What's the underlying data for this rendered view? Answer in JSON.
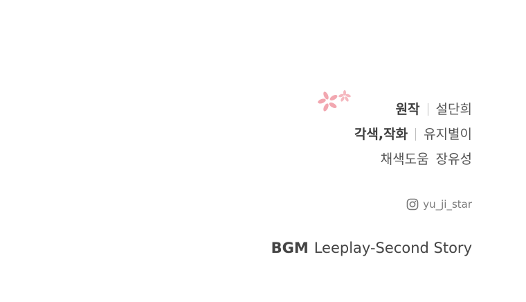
{
  "credits": [
    {
      "role": "원작",
      "name": "설단희"
    },
    {
      "role": "각색,작화",
      "name": "유지별이"
    },
    {
      "role": "채색도움",
      "name": "장유성"
    }
  ],
  "social": {
    "icon": "instagram-icon",
    "handle": "yu_ji_star"
  },
  "bgm": {
    "label": "BGM",
    "title": "Leeplay-Second Story"
  },
  "colors": {
    "flower": "#f2a7b0",
    "text": "#4a4a4a"
  }
}
